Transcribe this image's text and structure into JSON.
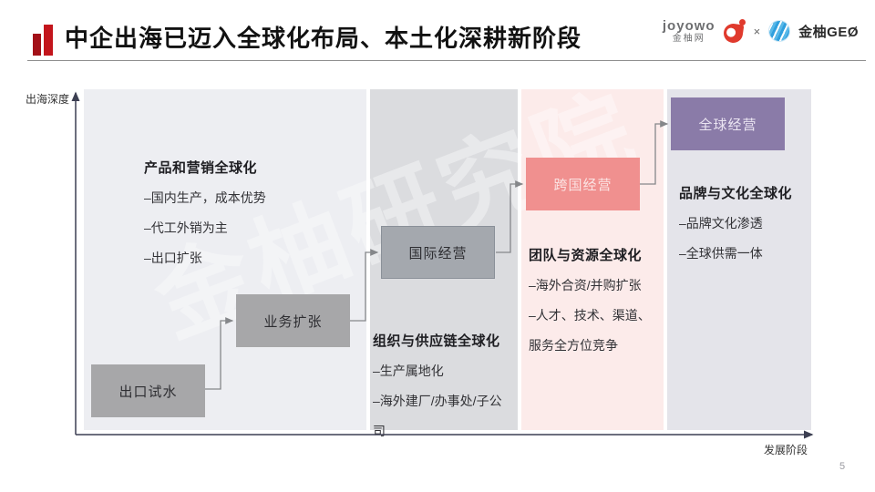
{
  "slide": {
    "title": "中企出海已迈入全球化布局、本土化深耕新阶段",
    "page_number": "5",
    "watermark": "金柚研究院"
  },
  "brand": {
    "logo_primary": "joyowo",
    "logo_primary_sub": "金柚网",
    "separator": "×",
    "logo_secondary": "金柚GEØ"
  },
  "axes": {
    "y_label": "出海深度",
    "x_label": "发展阶段"
  },
  "stages": [
    {
      "label": "出口试水"
    },
    {
      "label": "业务扩张"
    },
    {
      "label": "国际经营"
    },
    {
      "label": "跨国经营"
    },
    {
      "label": "全球经营"
    }
  ],
  "panels": [
    {
      "heading": "产品和营销全球化",
      "items": [
        "–国内生产，成本优势",
        "–代工外销为主",
        "–出口扩张"
      ]
    },
    {
      "heading": "组织与供应链全球化",
      "items": [
        "–生产属地化",
        "–海外建厂/办事处/子公司"
      ]
    },
    {
      "heading": "团队与资源全球化",
      "items": [
        "–海外合资/并购扩张",
        "–人才、技术、渠道、服务全方位竞争"
      ]
    },
    {
      "heading": "品牌与文化全球化",
      "items": [
        "–品牌文化渗透",
        "–全球供需一体"
      ]
    }
  ],
  "colors": {
    "accent_red": "#c3151c",
    "stage_gray": "#a7a7a9",
    "stage_pink": "#f0908f",
    "stage_purple": "#8a7ba8",
    "panel1_bg": "#edeef2",
    "panel2_bg": "#dbdcdf",
    "panel3_bg": "#fcebea",
    "panel4_bg": "#e4e4ea",
    "connector": "#85878a",
    "axis": "#3c3f52"
  }
}
